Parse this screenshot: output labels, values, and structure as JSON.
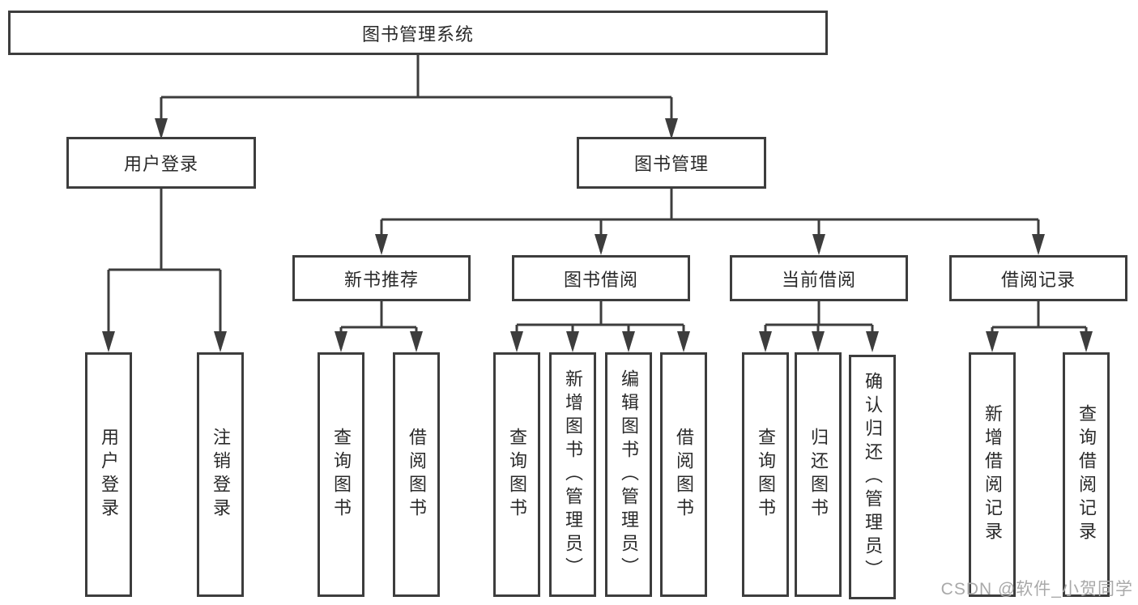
{
  "colors": {
    "line": "#3d3d3d",
    "text": "#2a2a2a",
    "watermark": "#a9a9a9",
    "background": "#ffffff"
  },
  "watermark": {
    "text": "CSDN @软件_小贺同学"
  },
  "tree": {
    "label": "图书管理系统",
    "children": [
      {
        "label": "用户登录",
        "children": [
          {
            "label": "用户登录"
          },
          {
            "label": "注销登录"
          }
        ]
      },
      {
        "label": "图书管理",
        "children": [
          {
            "label": "新书推荐",
            "children": [
              {
                "label": "查询图书"
              },
              {
                "label": "借阅图书"
              }
            ]
          },
          {
            "label": "图书借阅",
            "children": [
              {
                "label": "查询图书"
              },
              {
                "label": "新增图书（管理员）"
              },
              {
                "label": "编辑图书（管理员）"
              },
              {
                "label": "借阅图书"
              }
            ]
          },
          {
            "label": "当前借阅",
            "children": [
              {
                "label": "查询图书"
              },
              {
                "label": "归还图书"
              },
              {
                "label": "确认归还（管理员）"
              }
            ]
          },
          {
            "label": "借阅记录",
            "children": [
              {
                "label": "新增借阅记录"
              },
              {
                "label": "查询借阅记录"
              }
            ]
          }
        ]
      }
    ]
  }
}
